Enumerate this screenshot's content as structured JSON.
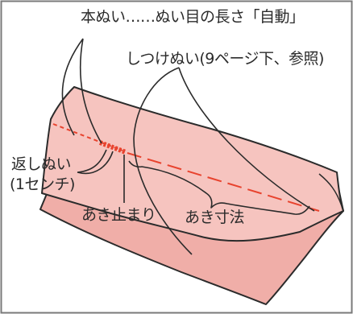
{
  "labels": {
    "main_stitch": "本ぬい……ぬい目の長さ「自動」",
    "basting": "しつけぬい(9ページ下、参照)",
    "backstitch_line1": "返しぬい",
    "backstitch_line2": "(1センチ)",
    "opening_stop": "あき止まり",
    "opening_length": "あき寸法"
  },
  "colors": {
    "fabric": "#f6c4bf",
    "fabric_dark": "#f0aea8",
    "stitch": "#e8432e",
    "outline": "#2b2b2b",
    "frame": "#7a7a7a"
  }
}
